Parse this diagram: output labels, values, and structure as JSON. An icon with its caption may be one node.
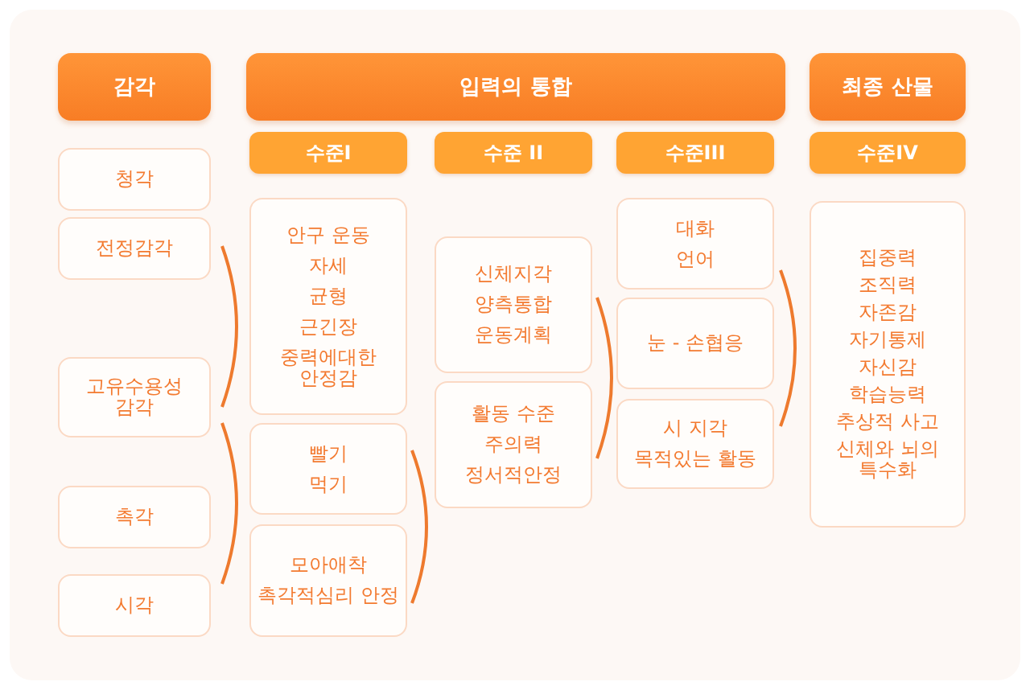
{
  "diagram": {
    "nodes": [
      {
        "text": [
          "감각"
        ]
      },
      {
        "text": [
          "입력의 통합"
        ]
      },
      {
        "text": [
          "최종 산물"
        ]
      },
      {
        "text": [
          "수준I"
        ]
      },
      {
        "text": [
          "수준 II"
        ]
      },
      {
        "text": [
          "수준III"
        ]
      },
      {
        "text": [
          "수준IV"
        ]
      },
      {
        "text": [
          "청각"
        ]
      },
      {
        "text": [
          "전정감각"
        ]
      },
      {
        "text": [
          "고유수용성 감각"
        ]
      },
      {
        "text": [
          "촉각"
        ]
      },
      {
        "text": [
          "시각"
        ]
      },
      {
        "text": [
          "안구 운동",
          "자세",
          "균형",
          "근긴장",
          "중력에대한 안정감"
        ]
      },
      {
        "text": [
          "빨기",
          "먹기"
        ]
      },
      {
        "text": [
          "모아애착",
          "촉각적심리 안정"
        ]
      },
      {
        "text": [
          "신체지각",
          "양측통합",
          "운동계획"
        ]
      },
      {
        "text": [
          "활동 수준",
          "주의력",
          "정서적안정"
        ]
      },
      {
        "text": [
          "대화",
          "언어"
        ]
      },
      {
        "text": [
          "눈 - 손협응"
        ]
      },
      {
        "text": [
          "시 지각",
          "목적있는 활동"
        ]
      },
      {
        "text": [
          "집중력",
          "조직력",
          "자존감",
          "자기통제",
          "자신감",
          "학습능력",
          "추상적 사고",
          "신체와 뇌의 특수화"
        ]
      }
    ]
  }
}
